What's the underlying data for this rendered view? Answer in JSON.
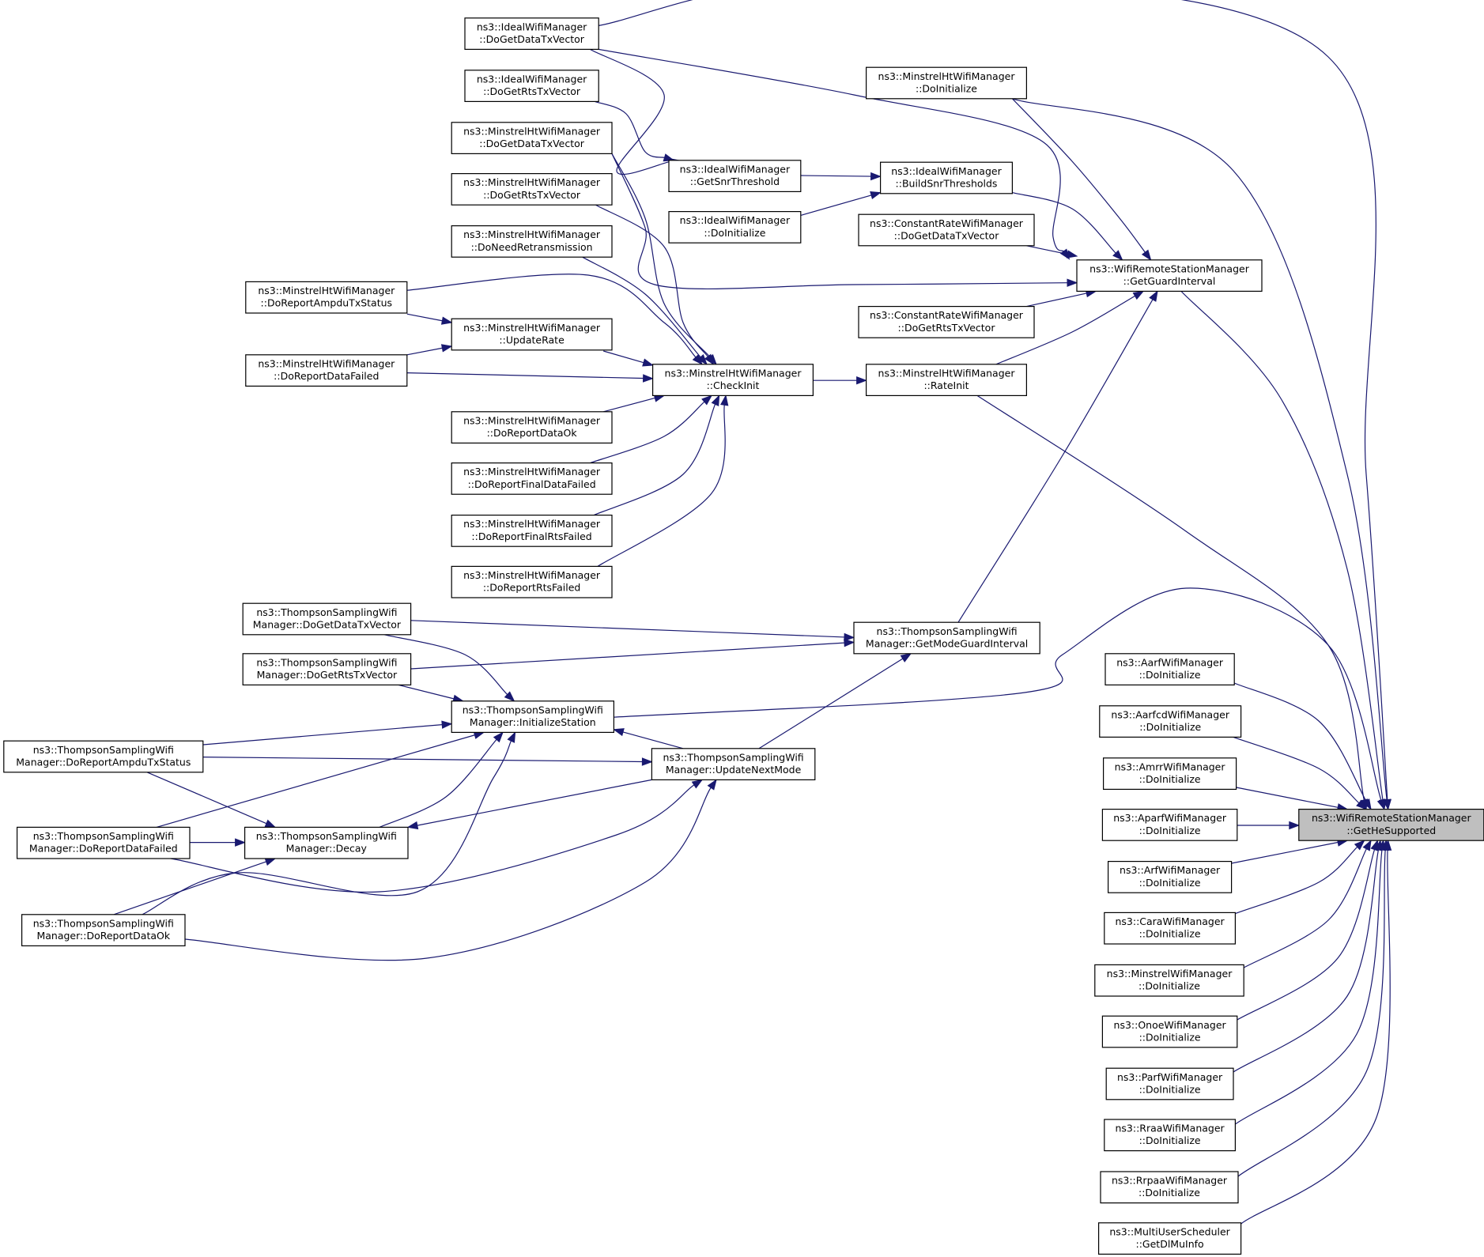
{
  "colors": {
    "edge": "#191970",
    "focus_fill": "#bfbfbf",
    "node_fill": "#ffffff",
    "node_border": "#000000"
  },
  "nodes": [
    {
      "id": "IdealDoGetDataTxVector",
      "lines": [
        "ns3::IdealWifiManager",
        "::DoGetDataTxVector"
      ]
    },
    {
      "id": "IdealDoGetRtsTxVector",
      "lines": [
        "ns3::IdealWifiManager",
        "::DoGetRtsTxVector"
      ]
    },
    {
      "id": "MhtDoGetDataTxVector",
      "lines": [
        "ns3::MinstrelHtWifiManager",
        "::DoGetDataTxVector"
      ]
    },
    {
      "id": "MhtDoGetRtsTxVector",
      "lines": [
        "ns3::MinstrelHtWifiManager",
        "::DoGetRtsTxVector"
      ]
    },
    {
      "id": "MhtDoNeedRetransmission",
      "lines": [
        "ns3::MinstrelHtWifiManager",
        "::DoNeedRetransmission"
      ]
    },
    {
      "id": "MhtDoReportAmpduTxStatus",
      "lines": [
        "ns3::MinstrelHtWifiManager",
        "::DoReportAmpduTxStatus"
      ]
    },
    {
      "id": "MhtUpdateRate",
      "lines": [
        "ns3::MinstrelHtWifiManager",
        "::UpdateRate"
      ]
    },
    {
      "id": "MhtDoReportDataFailed",
      "lines": [
        "ns3::MinstrelHtWifiManager",
        "::DoReportDataFailed"
      ]
    },
    {
      "id": "MhtDoReportDataOk",
      "lines": [
        "ns3::MinstrelHtWifiManager",
        "::DoReportDataOk"
      ]
    },
    {
      "id": "MhtDoReportFinalDataFailed",
      "lines": [
        "ns3::MinstrelHtWifiManager",
        "::DoReportFinalDataFailed"
      ]
    },
    {
      "id": "MhtDoReportFinalRtsFailed",
      "lines": [
        "ns3::MinstrelHtWifiManager",
        "::DoReportFinalRtsFailed"
      ]
    },
    {
      "id": "MhtDoReportRtsFailed",
      "lines": [
        "ns3::MinstrelHtWifiManager",
        "::DoReportRtsFailed"
      ]
    },
    {
      "id": "IdealGetSnrThreshold",
      "lines": [
        "ns3::IdealWifiManager",
        "::GetSnrThreshold"
      ]
    },
    {
      "id": "IdealDoInitialize",
      "lines": [
        "ns3::IdealWifiManager",
        "::DoInitialize"
      ]
    },
    {
      "id": "MhtCheckInit",
      "lines": [
        "ns3::MinstrelHtWifiManager",
        "::CheckInit"
      ]
    },
    {
      "id": "MhtDoInitialize",
      "lines": [
        "ns3::MinstrelHtWifiManager",
        "::DoInitialize"
      ]
    },
    {
      "id": "IdealBuildSnrThresholds",
      "lines": [
        "ns3::IdealWifiManager",
        "::BuildSnrThresholds"
      ]
    },
    {
      "id": "CrDoGetDataTxVector",
      "lines": [
        "ns3::ConstantRateWifiManager",
        "::DoGetDataTxVector"
      ]
    },
    {
      "id": "CrDoGetRtsTxVector",
      "lines": [
        "ns3::ConstantRateWifiManager",
        "::DoGetRtsTxVector"
      ]
    },
    {
      "id": "MhtRateInit",
      "lines": [
        "ns3::MinstrelHtWifiManager",
        "::RateInit"
      ]
    },
    {
      "id": "WrsmGetGuardInterval",
      "lines": [
        "ns3::WifiRemoteStationManager",
        "::GetGuardInterval"
      ]
    },
    {
      "id": "TsDoGetDataTxVector",
      "lines": [
        "ns3::ThompsonSamplingWifi",
        "Manager::DoGetDataTxVector"
      ]
    },
    {
      "id": "TsDoGetRtsTxVector",
      "lines": [
        "ns3::ThompsonSamplingWifi",
        "Manager::DoGetRtsTxVector"
      ]
    },
    {
      "id": "TsInitializeStation",
      "lines": [
        "ns3::ThompsonSamplingWifi",
        "Manager::InitializeStation"
      ]
    },
    {
      "id": "TsDoReportAmpduTxStatus",
      "lines": [
        "ns3::ThompsonSamplingWifi",
        "Manager::DoReportAmpduTxStatus"
      ]
    },
    {
      "id": "TsUpdateNextMode",
      "lines": [
        "ns3::ThompsonSamplingWifi",
        "Manager::UpdateNextMode"
      ]
    },
    {
      "id": "TsDoReportDataFailed",
      "lines": [
        "ns3::ThompsonSamplingWifi",
        "Manager::DoReportDataFailed"
      ]
    },
    {
      "id": "TsDecay",
      "lines": [
        "ns3::ThompsonSamplingWifi",
        "Manager::Decay"
      ]
    },
    {
      "id": "TsDoReportDataOk",
      "lines": [
        "ns3::ThompsonSamplingWifi",
        "Manager::DoReportDataOk"
      ]
    },
    {
      "id": "TsGetModeGuardInterval",
      "lines": [
        "ns3::ThompsonSamplingWifi",
        "Manager::GetModeGuardInterval"
      ]
    },
    {
      "id": "AarfDoInitialize",
      "lines": [
        "ns3::AarfWifiManager",
        "::DoInitialize"
      ]
    },
    {
      "id": "AarfcdDoInitialize",
      "lines": [
        "ns3::AarfcdWifiManager",
        "::DoInitialize"
      ]
    },
    {
      "id": "AmrrDoInitialize",
      "lines": [
        "ns3::AmrrWifiManager",
        "::DoInitialize"
      ]
    },
    {
      "id": "AparfDoInitialize",
      "lines": [
        "ns3::AparfWifiManager",
        "::DoInitialize"
      ]
    },
    {
      "id": "ArfDoInitialize",
      "lines": [
        "ns3::ArfWifiManager",
        "::DoInitialize"
      ]
    },
    {
      "id": "CaraDoInitialize",
      "lines": [
        "ns3::CaraWifiManager",
        "::DoInitialize"
      ]
    },
    {
      "id": "MinstrelDoInitialize",
      "lines": [
        "ns3::MinstrelWifiManager",
        "::DoInitialize"
      ]
    },
    {
      "id": "OnoeDoInitialize",
      "lines": [
        "ns3::OnoeWifiManager",
        "::DoInitialize"
      ]
    },
    {
      "id": "ParfDoInitialize",
      "lines": [
        "ns3::ParfWifiManager",
        "::DoInitialize"
      ]
    },
    {
      "id": "RraaDoInitialize",
      "lines": [
        "ns3::RraaWifiManager",
        "::DoInitialize"
      ]
    },
    {
      "id": "RrpaaDoInitialize",
      "lines": [
        "ns3::RrpaaWifiManager",
        "::DoInitialize"
      ]
    },
    {
      "id": "MusGetDlMuInfo",
      "lines": [
        "ns3::MultiUserScheduler",
        "::GetDlMuInfo"
      ]
    },
    {
      "id": "WrsmGetHeSupported",
      "lines": [
        "ns3::WifiRemoteStationManager",
        "::GetHeSupported"
      ],
      "focus": true
    }
  ],
  "edges": [
    {
      "from": "IdealDoGetDataTxVector",
      "to": "WrsmGetHeSupported"
    },
    {
      "from": "IdealDoGetDataTxVector",
      "to": "WrsmGetGuardInterval"
    },
    {
      "from": "IdealDoGetDataTxVector",
      "to": "IdealGetSnrThreshold"
    },
    {
      "from": "IdealDoGetRtsTxVector",
      "to": "IdealGetSnrThreshold"
    },
    {
      "from": "MhtDoInitialize",
      "to": "WrsmGetHeSupported"
    },
    {
      "from": "MhtDoInitialize",
      "to": "WrsmGetGuardInterval"
    },
    {
      "from": "IdealGetSnrThreshold",
      "to": "IdealBuildSnrThresholds"
    },
    {
      "from": "IdealDoInitialize",
      "to": "IdealBuildSnrThresholds"
    },
    {
      "from": "IdealBuildSnrThresholds",
      "to": "WrsmGetGuardInterval"
    },
    {
      "from": "CrDoGetDataTxVector",
      "to": "WrsmGetGuardInterval"
    },
    {
      "from": "CrDoGetRtsTxVector",
      "to": "WrsmGetGuardInterval"
    },
    {
      "from": "MhtDoGetDataTxVector",
      "to": "WrsmGetGuardInterval"
    },
    {
      "from": "MhtRateInit",
      "to": "WrsmGetGuardInterval"
    },
    {
      "from": "MhtRateInit",
      "to": "WrsmGetHeSupported"
    },
    {
      "from": "WrsmGetGuardInterval",
      "to": "WrsmGetHeSupported"
    },
    {
      "from": "MhtCheckInit",
      "to": "MhtRateInit"
    },
    {
      "from": "MhtDoGetDataTxVector",
      "to": "MhtCheckInit"
    },
    {
      "from": "MhtDoGetRtsTxVector",
      "to": "MhtCheckInit"
    },
    {
      "from": "MhtDoNeedRetransmission",
      "to": "MhtCheckInit"
    },
    {
      "from": "MhtDoReportAmpduTxStatus",
      "to": "MhtCheckInit"
    },
    {
      "from": "MhtDoReportAmpduTxStatus",
      "to": "MhtUpdateRate"
    },
    {
      "from": "MhtDoReportDataFailed",
      "to": "MhtUpdateRate"
    },
    {
      "from": "MhtUpdateRate",
      "to": "MhtCheckInit"
    },
    {
      "from": "MhtDoReportDataFailed",
      "to": "MhtCheckInit"
    },
    {
      "from": "MhtDoReportDataOk",
      "to": "MhtCheckInit"
    },
    {
      "from": "MhtDoReportFinalDataFailed",
      "to": "MhtCheckInit"
    },
    {
      "from": "MhtDoReportFinalRtsFailed",
      "to": "MhtCheckInit"
    },
    {
      "from": "MhtDoReportRtsFailed",
      "to": "MhtCheckInit"
    },
    {
      "from": "TsGetModeGuardInterval",
      "to": "WrsmGetGuardInterval"
    },
    {
      "from": "TsDoGetDataTxVector",
      "to": "TsGetModeGuardInterval"
    },
    {
      "from": "TsDoGetRtsTxVector",
      "to": "TsGetModeGuardInterval"
    },
    {
      "from": "TsUpdateNextMode",
      "to": "TsGetModeGuardInterval"
    },
    {
      "from": "TsInitializeStation",
      "to": "WrsmGetHeSupported"
    },
    {
      "from": "TsDoGetDataTxVector",
      "to": "TsInitializeStation"
    },
    {
      "from": "TsDoGetRtsTxVector",
      "to": "TsInitializeStation"
    },
    {
      "from": "TsDoReportAmpduTxStatus",
      "to": "TsInitializeStation"
    },
    {
      "from": "TsDoReportAmpduTxStatus",
      "to": "TsUpdateNextMode"
    },
    {
      "from": "TsDoReportAmpduTxStatus",
      "to": "TsDecay"
    },
    {
      "from": "TsUpdateNextMode",
      "to": "TsInitializeStation"
    },
    {
      "from": "TsDoReportDataFailed",
      "to": "TsInitializeStation"
    },
    {
      "from": "TsDoReportDataFailed",
      "to": "TsDecay"
    },
    {
      "from": "TsDoReportDataFailed",
      "to": "TsUpdateNextMode"
    },
    {
      "from": "TsDecay",
      "to": "TsInitializeStation"
    },
    {
      "from": "TsUpdateNextMode",
      "to": "TsDecay"
    },
    {
      "from": "TsDoReportDataOk",
      "to": "TsInitializeStation"
    },
    {
      "from": "TsDoReportDataOk",
      "to": "TsDecay"
    },
    {
      "from": "TsDoReportDataOk",
      "to": "TsUpdateNextMode"
    },
    {
      "from": "AarfDoInitialize",
      "to": "WrsmGetHeSupported"
    },
    {
      "from": "AarfcdDoInitialize",
      "to": "WrsmGetHeSupported"
    },
    {
      "from": "AmrrDoInitialize",
      "to": "WrsmGetHeSupported"
    },
    {
      "from": "AparfDoInitialize",
      "to": "WrsmGetHeSupported"
    },
    {
      "from": "ArfDoInitialize",
      "to": "WrsmGetHeSupported"
    },
    {
      "from": "CaraDoInitialize",
      "to": "WrsmGetHeSupported"
    },
    {
      "from": "MinstrelDoInitialize",
      "to": "WrsmGetHeSupported"
    },
    {
      "from": "OnoeDoInitialize",
      "to": "WrsmGetHeSupported"
    },
    {
      "from": "ParfDoInitialize",
      "to": "WrsmGetHeSupported"
    },
    {
      "from": "RraaDoInitialize",
      "to": "WrsmGetHeSupported"
    },
    {
      "from": "RrpaaDoInitialize",
      "to": "WrsmGetHeSupported"
    },
    {
      "from": "MusGetDlMuInfo",
      "to": "WrsmGetHeSupported"
    }
  ]
}
